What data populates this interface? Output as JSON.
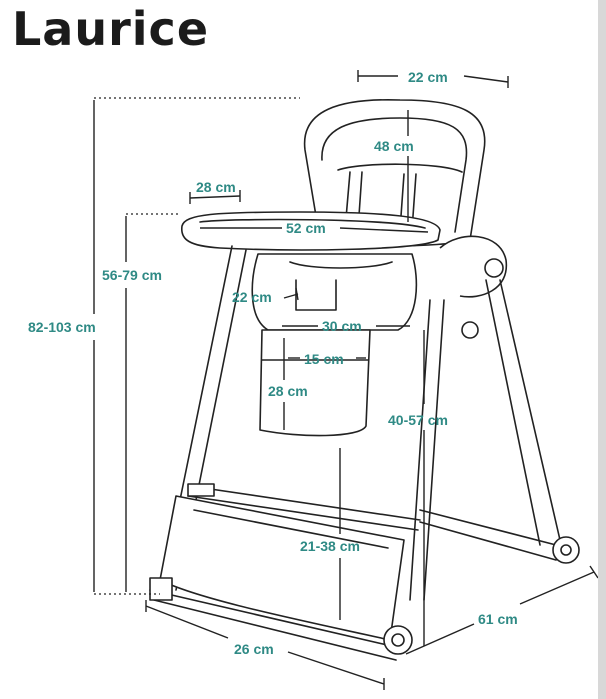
{
  "title": "Laurice",
  "dimensions": {
    "backrest_width": "22 cm",
    "backrest_height": "48 cm",
    "tray_depth": "28 cm",
    "tray_width": "52 cm",
    "tray_height_range": "56-79 cm",
    "total_height_range": "82-103 cm",
    "armrest": "22 cm",
    "seat_width": "30 cm",
    "seat_depth": "15 cm",
    "seat_height": "28 cm",
    "seat_floor_height_range": "40-57 cm",
    "footrest_height_range": "21-38 cm",
    "base_width": "26 cm",
    "base_depth": "61 cm"
  },
  "colors": {
    "label": "#2f8a85",
    "title": "#1b1b1b",
    "line": "#222222"
  }
}
